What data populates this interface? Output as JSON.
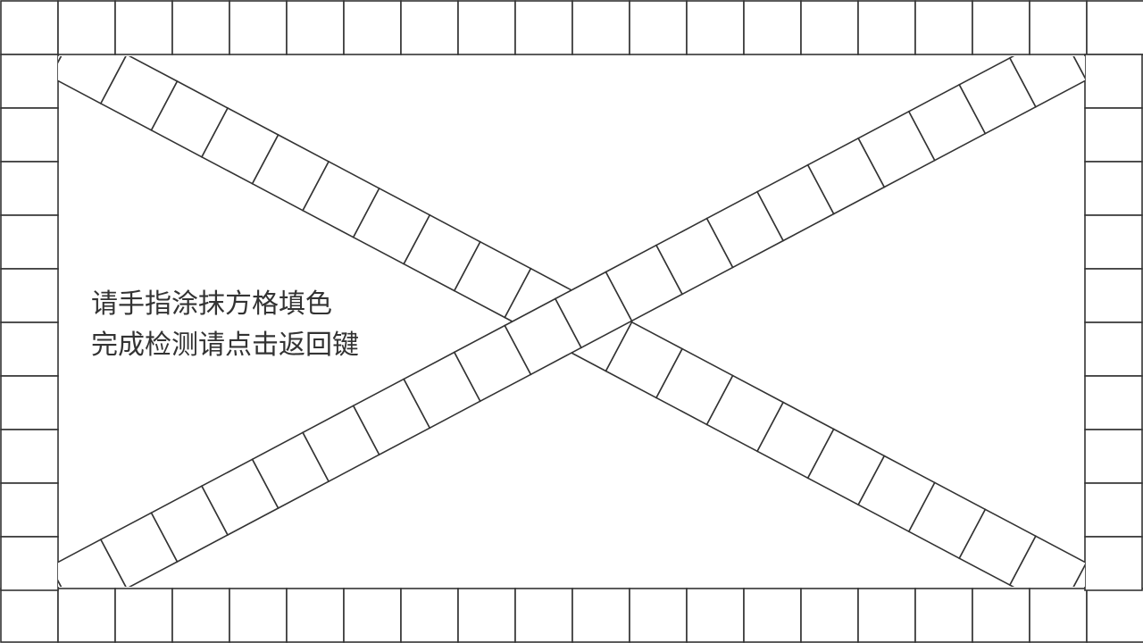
{
  "screen": {
    "background_color": "#ffffff",
    "line_color": "#333333",
    "text_color": "#333333"
  },
  "instructions": {
    "line1": "请手指涂抹方格填色",
    "line2": "完成检测请点击返回键"
  },
  "grid": {
    "top_row_cells": 20,
    "bottom_row_cells": 20,
    "left_column_cells": 12,
    "right_column_cells": 12,
    "diagonal_bands": 2,
    "filled_cells": 0
  }
}
